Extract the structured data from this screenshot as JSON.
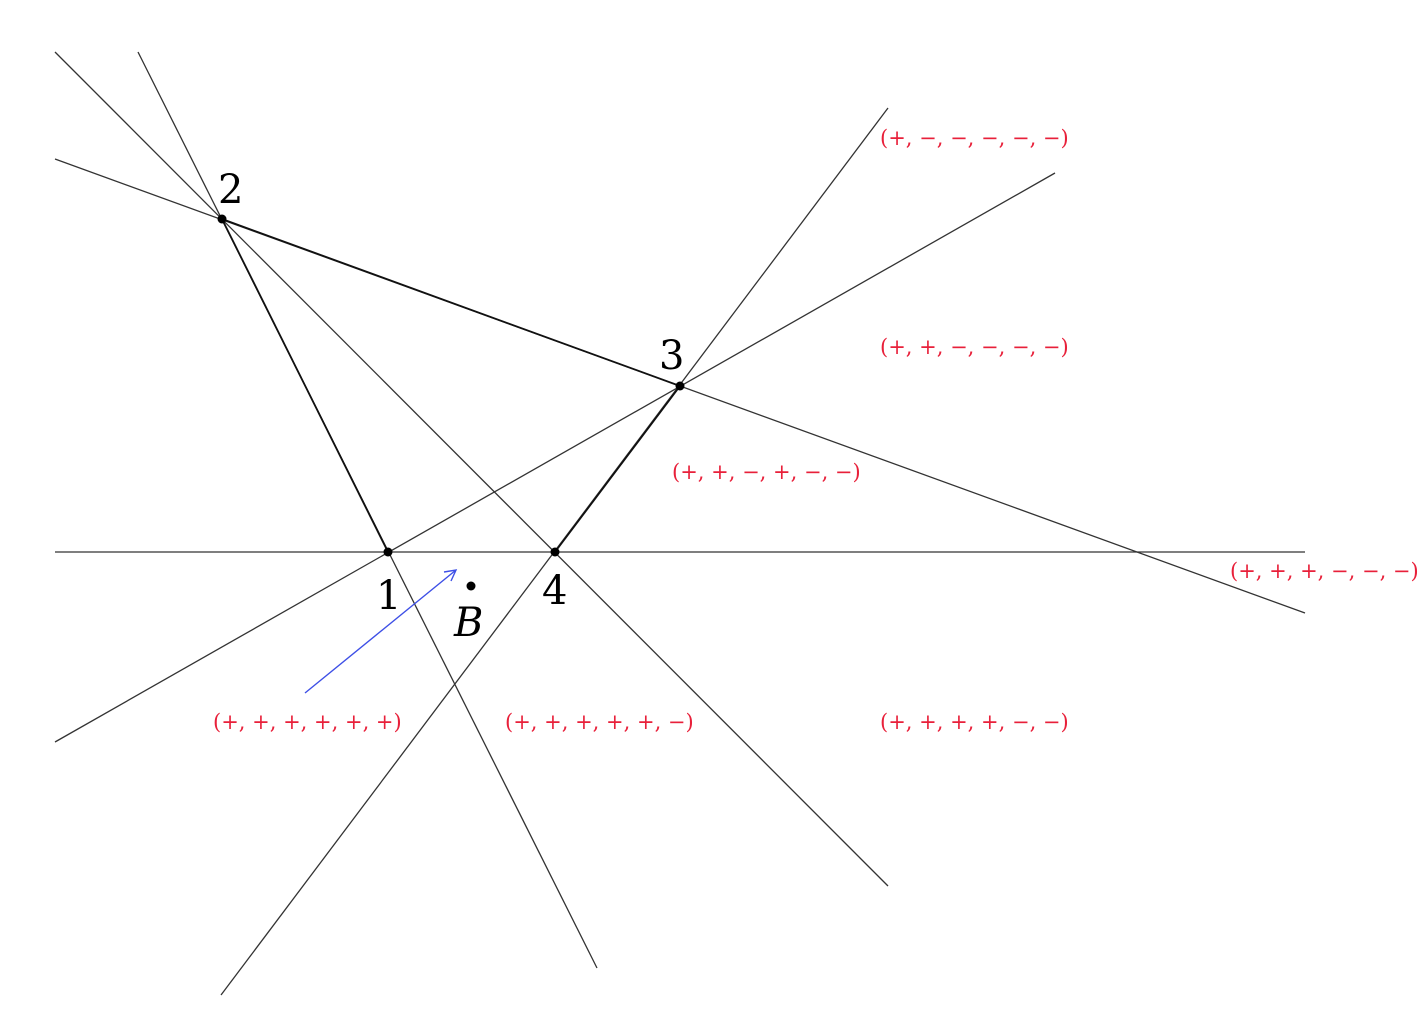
{
  "colors": {
    "line": "#333333",
    "label": "#000000",
    "region_label": "#e8203a",
    "arrow": "#3d4fe6"
  },
  "points": [
    {
      "id": "p1",
      "label": "1"
    },
    {
      "id": "p2",
      "label": "2"
    },
    {
      "id": "p3",
      "label": "3"
    },
    {
      "id": "p4",
      "label": "4"
    },
    {
      "id": "pB",
      "label": "B"
    }
  ],
  "region_labels": [
    "(+, −, −, −, −, −)",
    "(+, +, −, −, −, −)",
    "(+, +, −, +, −, −)",
    "(+, +, +, −, −, −)",
    "(+, +, +, +, +, +)",
    "(+, +, +, +, +, −)",
    "(+, +, +, +, −, −)"
  ]
}
